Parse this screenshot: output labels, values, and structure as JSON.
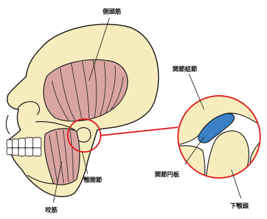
{
  "labels": {
    "temporalis": "側頭筋",
    "joint_ligament": "関節結節",
    "tmj": "顎関節",
    "articular_disc": "関節円板",
    "condyle": "下顎頭",
    "masseter": "咬筋"
  },
  "colors": {
    "bone": "#f7ecbe",
    "muscle": "#d9a5a1",
    "disc": "#3b7fc4",
    "outline": "#1a1a1a",
    "highlight": "#e02020"
  }
}
